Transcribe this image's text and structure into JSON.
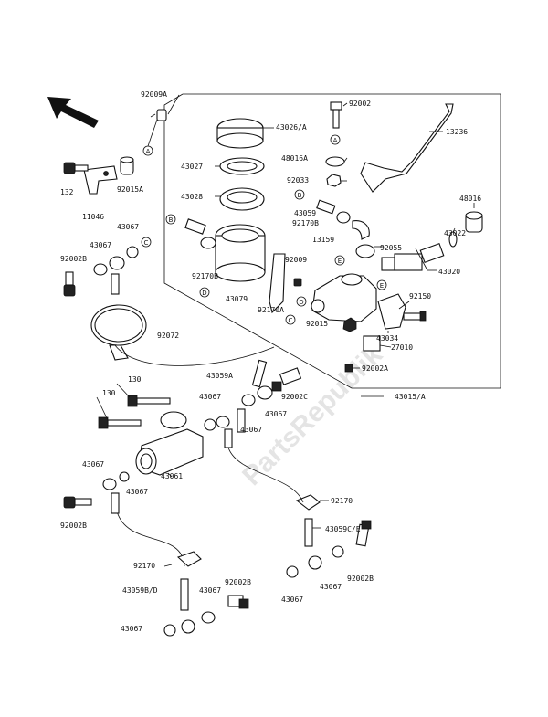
{
  "watermark": "PartsRepublik",
  "callouts": [
    "A",
    "B",
    "C",
    "D",
    "E"
  ],
  "labels": {
    "p92009A": "92009A",
    "p132": "132",
    "p92015A": "92015A",
    "p11046": "11046",
    "p92002B": "92002B",
    "p43067_a": "43067",
    "p43067_b": "43067",
    "p92072": "92072",
    "p43026A": "43026/A",
    "p43027": "43027",
    "p43028": "43028",
    "p92170B": "92170B",
    "p43079": "43079",
    "p92009": "92009",
    "p92170A": "92170A",
    "p92002": "92002",
    "p13236": "13236",
    "p48016A": "48016A",
    "p92033": "92033",
    "p43059": "43059",
    "p92170B_2": "92170B",
    "p13159": "13159",
    "p92055": "92055",
    "p48016": "48016",
    "p43022": "43022",
    "p43020": "43020",
    "p92150": "92150",
    "p92015": "92015",
    "p43034": "43034",
    "p27010": "27010",
    "p92002A": "92002A",
    "p43015A": "43015/A",
    "p130_a": "130",
    "p130_b": "130",
    "p43059A": "43059A",
    "p43067_c": "43067",
    "p92002C": "92002C",
    "p43067_d": "43067",
    "p43067_e": "43067",
    "p43061": "43061",
    "p43067_f": "43067",
    "p43067_g": "43067",
    "p92002B_2": "92002B",
    "p92170_a": "92170",
    "p43059CE": "43059C/E",
    "p92002B_3": "92002B",
    "p43067_h": "43067",
    "p43067_i": "43067",
    "p92170_b": "92170",
    "p43059BD": "43059B/D",
    "p92002B_4": "92002B",
    "p43067_j": "43067",
    "p43067_k": "43067"
  }
}
